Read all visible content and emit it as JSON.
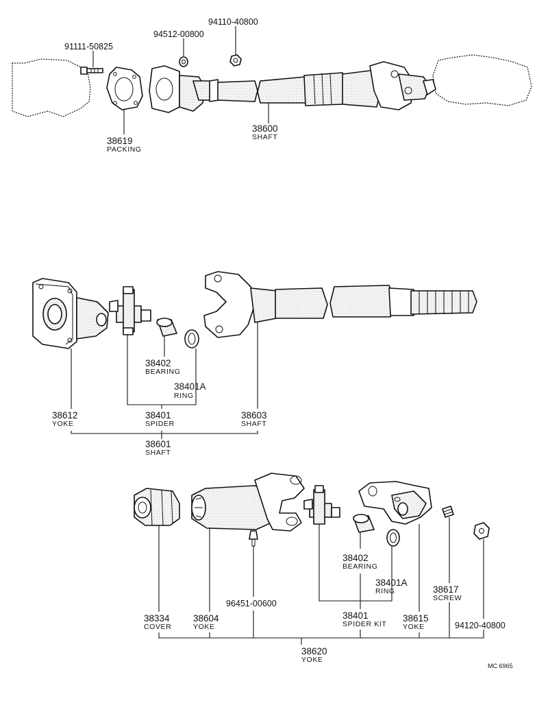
{
  "labels": {
    "p91111": "91111-50825",
    "p94512": "94512-00800",
    "p94110": "94110-40800",
    "p38619": "38619",
    "n38619": "PACKING",
    "p38600": "38600",
    "n38600": "SHAFT",
    "p38402a": "38402",
    "n38402a": "BEARING",
    "p38401Aa": "38401A",
    "n38401Aa": "RING",
    "p38612": "38612",
    "n38612": "YOKE",
    "p38401a": "38401",
    "n38401a": "SPIDER",
    "p38603": "38603",
    "n38603": "SHAFT",
    "p38601": "38601",
    "n38601": "SHAFT",
    "p38402b": "38402",
    "n38402b": "BEARING",
    "p38401Ab": "38401A",
    "n38401Ab": "RING",
    "p38617": "38617",
    "n38617": "SCREW",
    "p96451": "96451-00600",
    "p38334": "38334",
    "n38334": "COVER",
    "p38604": "38604",
    "n38604": "YOKE",
    "p38401b": "38401",
    "n38401b": "SPIDER KIT",
    "p38615": "38615",
    "n38615": "YOKE",
    "p94120": "94120-40800",
    "p38620": "38620",
    "n38620": "YOKE",
    "code": "MC  6965"
  }
}
